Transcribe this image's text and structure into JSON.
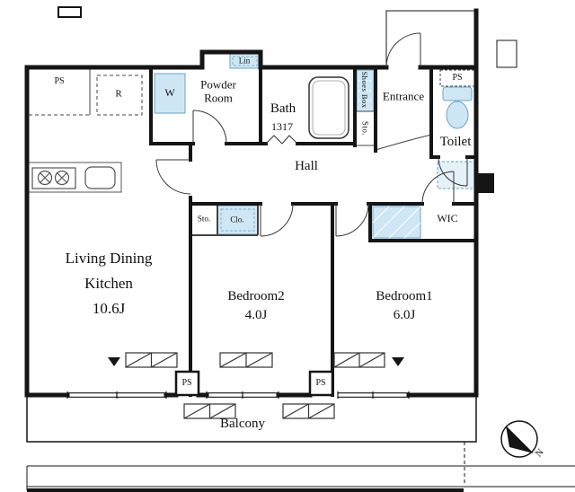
{
  "floorplan": {
    "unit_rooms": {
      "ldk": {
        "line1": "Living Dining",
        "line2": "Kitchen",
        "size": "10.6J"
      },
      "bedroom2": {
        "name": "Bedroom2",
        "size": "4.0J"
      },
      "bedroom1": {
        "name": "Bedroom1",
        "size": "6.0J"
      },
      "powder_room": {
        "line1": "Powder",
        "line2": "Room"
      },
      "bath": {
        "name": "Bath",
        "size": "1317"
      },
      "hall": {
        "name": "Hall"
      },
      "entrance": {
        "name": "Entrance"
      },
      "toilet": {
        "name": "Toilet"
      },
      "wic": {
        "name": "WIC"
      },
      "balcony": {
        "name": "Balcony"
      }
    },
    "labels": {
      "ps_top_left": "PS",
      "ps_top_right": "PS",
      "ps_bottom_left": "PS",
      "ps_bottom_right": "PS",
      "refrigerator": "R",
      "washer": "W",
      "linen": "Lin",
      "shoes_box": "Shoes Box",
      "storage_entrance": "Sto.",
      "storage_hall": "Sto.",
      "closet": "Clo."
    },
    "compass": {
      "north": "N"
    },
    "icons": {
      "bathtub": "bathtub-icon",
      "toilet": "toilet-icon",
      "stove": "stove-icon",
      "sink": "sink-icon",
      "compass": "compass-north-icon"
    },
    "colors": {
      "wall_black": "#151515",
      "wet_area_blue": "#cfe7f4",
      "wet_area_stroke": "#6aa4c4"
    }
  }
}
